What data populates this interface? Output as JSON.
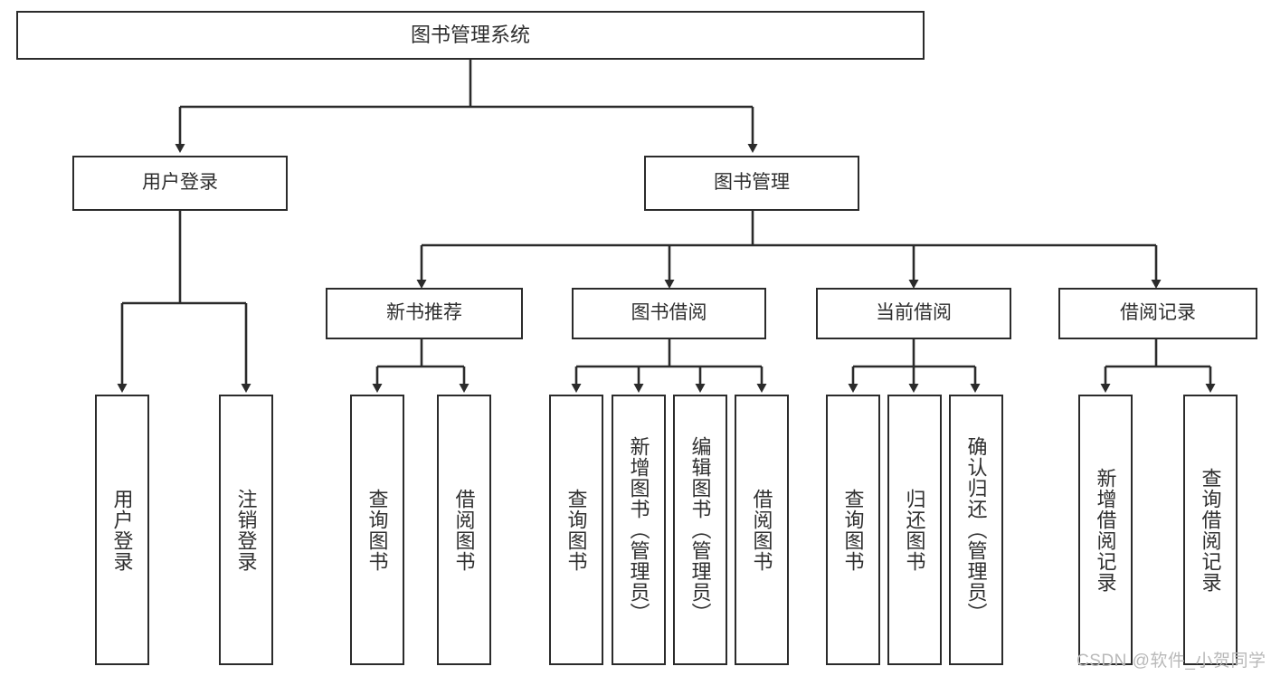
{
  "diagram": {
    "title": "图书管理系统",
    "type": "hierarchy-tree",
    "colors": {
      "box_border": "#2b2b2b",
      "box_fill": "#ffffff",
      "text": "#2f2f2f",
      "connector": "#2b2b2b",
      "watermark": "#b9b9b9",
      "background": "#ffffff"
    },
    "watermark": "CSDN @软件_小贺同学",
    "nodes": {
      "root": {
        "label": "图书管理系统"
      },
      "level1": [
        {
          "label": "用户登录"
        },
        {
          "label": "图书管理"
        }
      ],
      "level2": [
        {
          "label": "新书推荐"
        },
        {
          "label": "图书借阅"
        },
        {
          "label": "当前借阅"
        },
        {
          "label": "借阅记录"
        }
      ],
      "leaves": {
        "user_login": [
          {
            "label": "用户登录"
          },
          {
            "label": "注销登录"
          }
        ],
        "new_book_recommend": [
          {
            "label": "查询图书"
          },
          {
            "label": "借阅图书"
          }
        ],
        "book_borrow": [
          {
            "label": "查询图书"
          },
          {
            "label": "新增图书（管理员）"
          },
          {
            "label": "编辑图书（管理员）"
          },
          {
            "label": "借阅图书"
          }
        ],
        "current_borrow": [
          {
            "label": "查询图书"
          },
          {
            "label": "归还图书"
          },
          {
            "label": "确认归还（管理员）"
          }
        ],
        "borrow_record": [
          {
            "label": "新增借阅记录"
          },
          {
            "label": "查询借阅记录"
          }
        ]
      }
    }
  }
}
